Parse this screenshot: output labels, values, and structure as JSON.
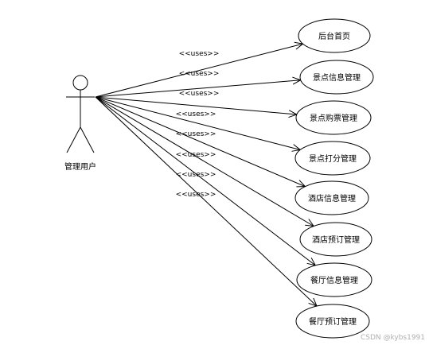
{
  "actor": {
    "label": "管理用户"
  },
  "relationship_label": "<<uses>>",
  "use_cases": [
    {
      "label": "后台首页"
    },
    {
      "label": "景点信息管理"
    },
    {
      "label": "景点购票管理"
    },
    {
      "label": "景点打分管理"
    },
    {
      "label": "酒店信息管理"
    },
    {
      "label": "酒店预订管理"
    },
    {
      "label": "餐厅信息管理"
    },
    {
      "label": "餐厅预订管理"
    }
  ],
  "watermark": "CSDN @kybs1991"
}
